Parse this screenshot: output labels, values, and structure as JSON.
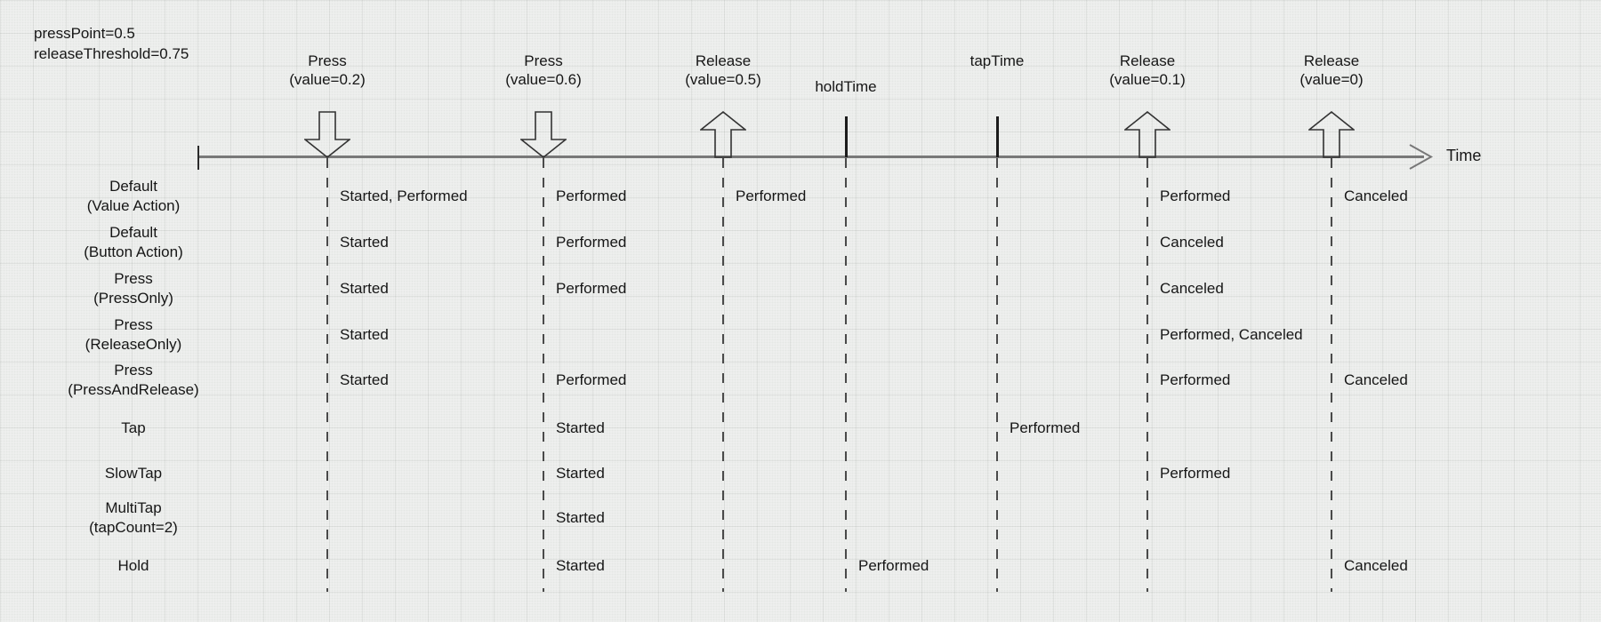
{
  "header": {
    "line1": "pressPoint=0.5",
    "line2": "releaseThreshold=0.75"
  },
  "axis": {
    "label": "Time"
  },
  "markers": {
    "press1": {
      "label": "Press",
      "sublabel": "(value=0.2)",
      "icon": "down-arrow"
    },
    "press2": {
      "label": "Press",
      "sublabel": "(value=0.6)",
      "icon": "down-arrow"
    },
    "release1": {
      "label": "Release",
      "sublabel": "(value=0.5)",
      "icon": "up-arrow"
    },
    "holdTime": {
      "label": "holdTime",
      "icon": "tick"
    },
    "tapTime": {
      "label": "tapTime",
      "icon": "tick"
    },
    "release2": {
      "label": "Release",
      "sublabel": "(value=0.1)",
      "icon": "up-arrow"
    },
    "release3": {
      "label": "Release",
      "sublabel": "(value=0)",
      "icon": "up-arrow"
    }
  },
  "rows": [
    {
      "label": "Default",
      "sublabel": "(Value Action)",
      "events": {
        "press1": "Started, Performed",
        "press2": "Performed",
        "release1": "Performed",
        "release2": "Performed",
        "release3": "Canceled"
      }
    },
    {
      "label": "Default",
      "sublabel": "(Button Action)",
      "events": {
        "press1": "Started",
        "press2": "Performed",
        "release2": "Canceled"
      }
    },
    {
      "label": "Press",
      "sublabel": "(PressOnly)",
      "events": {
        "press1": "Started",
        "press2": "Performed",
        "release2": "Canceled"
      }
    },
    {
      "label": "Press",
      "sublabel": "(ReleaseOnly)",
      "events": {
        "press1": "Started",
        "release2": "Performed, Canceled"
      }
    },
    {
      "label": "Press",
      "sublabel": "(PressAndRelease)",
      "events": {
        "press1": "Started",
        "press2": "Performed",
        "release2": "Performed",
        "release3": "Canceled"
      }
    },
    {
      "label": "Tap",
      "events": {
        "press2": "Started",
        "tapTime": "Performed"
      }
    },
    {
      "label": "SlowTap",
      "events": {
        "press2": "Started",
        "release2": "Performed"
      }
    },
    {
      "label": "MultiTap",
      "sublabel": "(tapCount=2)",
      "events": {
        "press2": "Started"
      }
    },
    {
      "label": "Hold",
      "events": {
        "press2": "Started",
        "holdTime": "Performed",
        "release3": "Canceled"
      }
    }
  ],
  "colors": {
    "axis": "#787878",
    "marker_stroke": "#333333",
    "dashed_guide": "#4a4a4a",
    "text": "#161616",
    "paper": "#f0f1f0"
  }
}
